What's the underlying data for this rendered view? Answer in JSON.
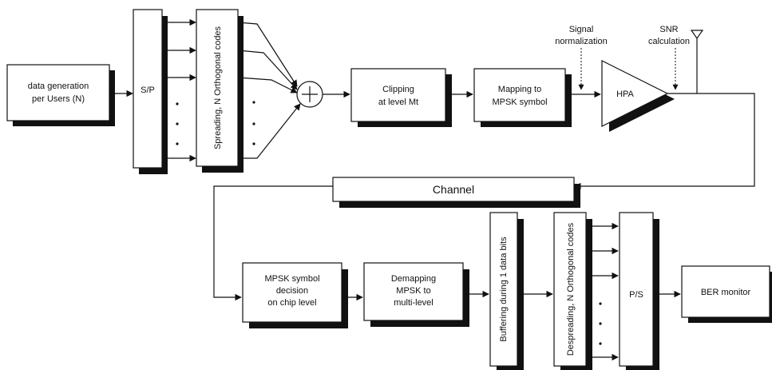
{
  "blocks": {
    "data_gen": [
      "data generation",
      "per Users (N)"
    ],
    "sp": "S/P",
    "spreading": "Spreading, N Orthogonal codes",
    "clipping": [
      "Clipping",
      "at level Mt"
    ],
    "mapping": [
      "Mapping to",
      "MPSK symbol"
    ],
    "hpa": "HPA",
    "channel": "Channel",
    "mpsk_decision": [
      "MPSK symbol",
      "decision",
      "on chip level"
    ],
    "demapping": [
      "Demapping",
      "MPSK to",
      "multi-level"
    ],
    "buffering": "Buffering during 1 data bits",
    "despreading": "Despreading, N Orthogonal codes",
    "ps": "P/S",
    "ber": "BER monitor"
  },
  "annotations": {
    "signal_norm": [
      "Signal",
      "normalization"
    ],
    "snr": [
      "SNR",
      "calculation"
    ]
  },
  "symbols": {
    "adder": "+",
    "antenna": "antenna-icon"
  }
}
